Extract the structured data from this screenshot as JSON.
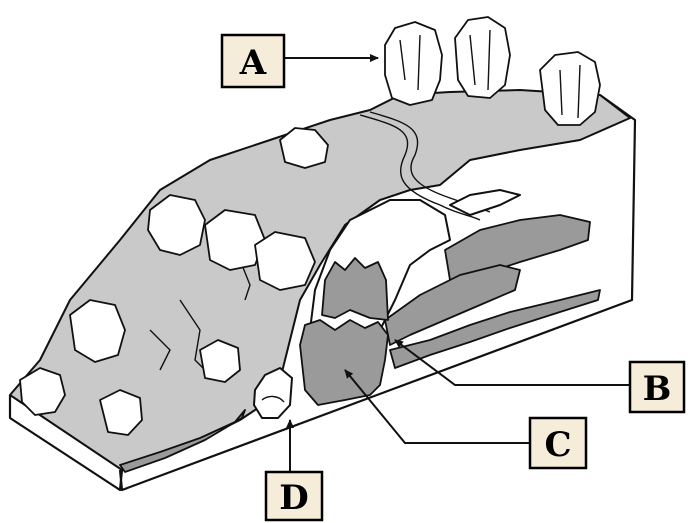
{
  "labels": {
    "a": "A",
    "b": "B",
    "c": "C",
    "d": "D"
  },
  "colors": {
    "label_background": "#f5ecd9",
    "ground": "#c9c9c9",
    "cave_dark": "#9a9a9a"
  }
}
